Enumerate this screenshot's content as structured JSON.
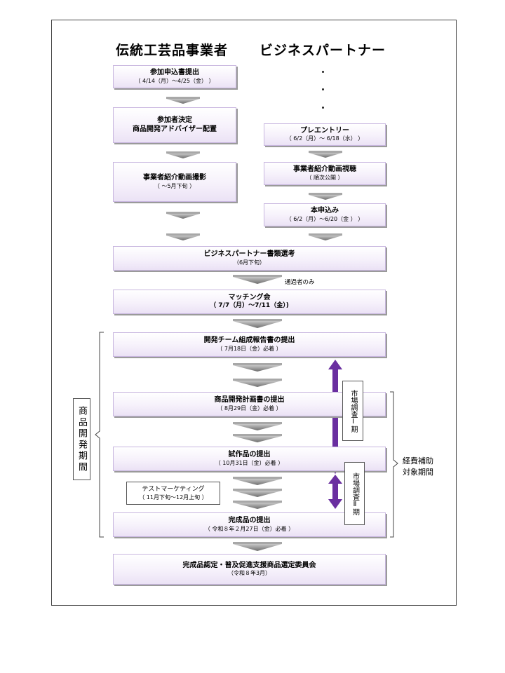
{
  "headings": {
    "left": "伝統工芸品事業者",
    "right": "ビジネスパートナー"
  },
  "left_steps": [
    {
      "title": "参加申込書提出",
      "sub": "（ 4/14（月）～4/25（金） ）"
    },
    {
      "title": "参加者決定",
      "title2": "商品開発アドバイザー配置"
    },
    {
      "title": "事業者紹介動画撮影",
      "sub": "（ ～5月下旬 ）"
    }
  ],
  "right_steps": [
    {
      "title": "プレエントリー",
      "sub": "（ 6/2（月）～ 6/18（水） ）"
    },
    {
      "title": "事業者紹介動画視聴",
      "sub": "（ 順次公開 ）"
    },
    {
      "title": "本申込み",
      "sub": "（ 6/2（月）～6/20（金 ） ）"
    }
  ],
  "main_steps": [
    {
      "title": "ビジネスパートナー書類選考",
      "sub": "（6月下旬）"
    },
    {
      "title": "マッチング会",
      "sub": "（ 7/7（月）～7/11（金）)"
    },
    {
      "title": "開発チーム組成報告書の提出",
      "sub": "（ 7月18日（金）必着 ）"
    },
    {
      "title": "商品開発計画書の提出",
      "sub": "（ 8月29日（金）必着 ）"
    },
    {
      "title": "試作品の提出",
      "sub": "（ 10月31日（金）必着 ）"
    },
    {
      "title": "完成品の提出",
      "sub": "（ 令和８年２月27日（金）必着 ）"
    },
    {
      "title": "完成品認定・普及促進支援商品選定委員会",
      "sub": "（令和８年3月）"
    }
  ],
  "notes": {
    "passed_only": "通過者のみ"
  },
  "test_marketing": {
    "title": "テストマーケティング",
    "sub": "（ 11月下旬～12月上旬 ）"
  },
  "market_research": {
    "period1": "市場調査Ⅰ期",
    "period2": "市場調査Ⅱ期"
  },
  "side_labels": {
    "development_period": "商品開発期間",
    "subsidy_line1": "経費補助",
    "subsidy_line2": "対象期間"
  },
  "colors": {
    "box_border": "#c8b6df",
    "box_fill": "#ebe2f5",
    "arrow_gray": "#808080",
    "research_arrow": "#6a2fa0"
  }
}
